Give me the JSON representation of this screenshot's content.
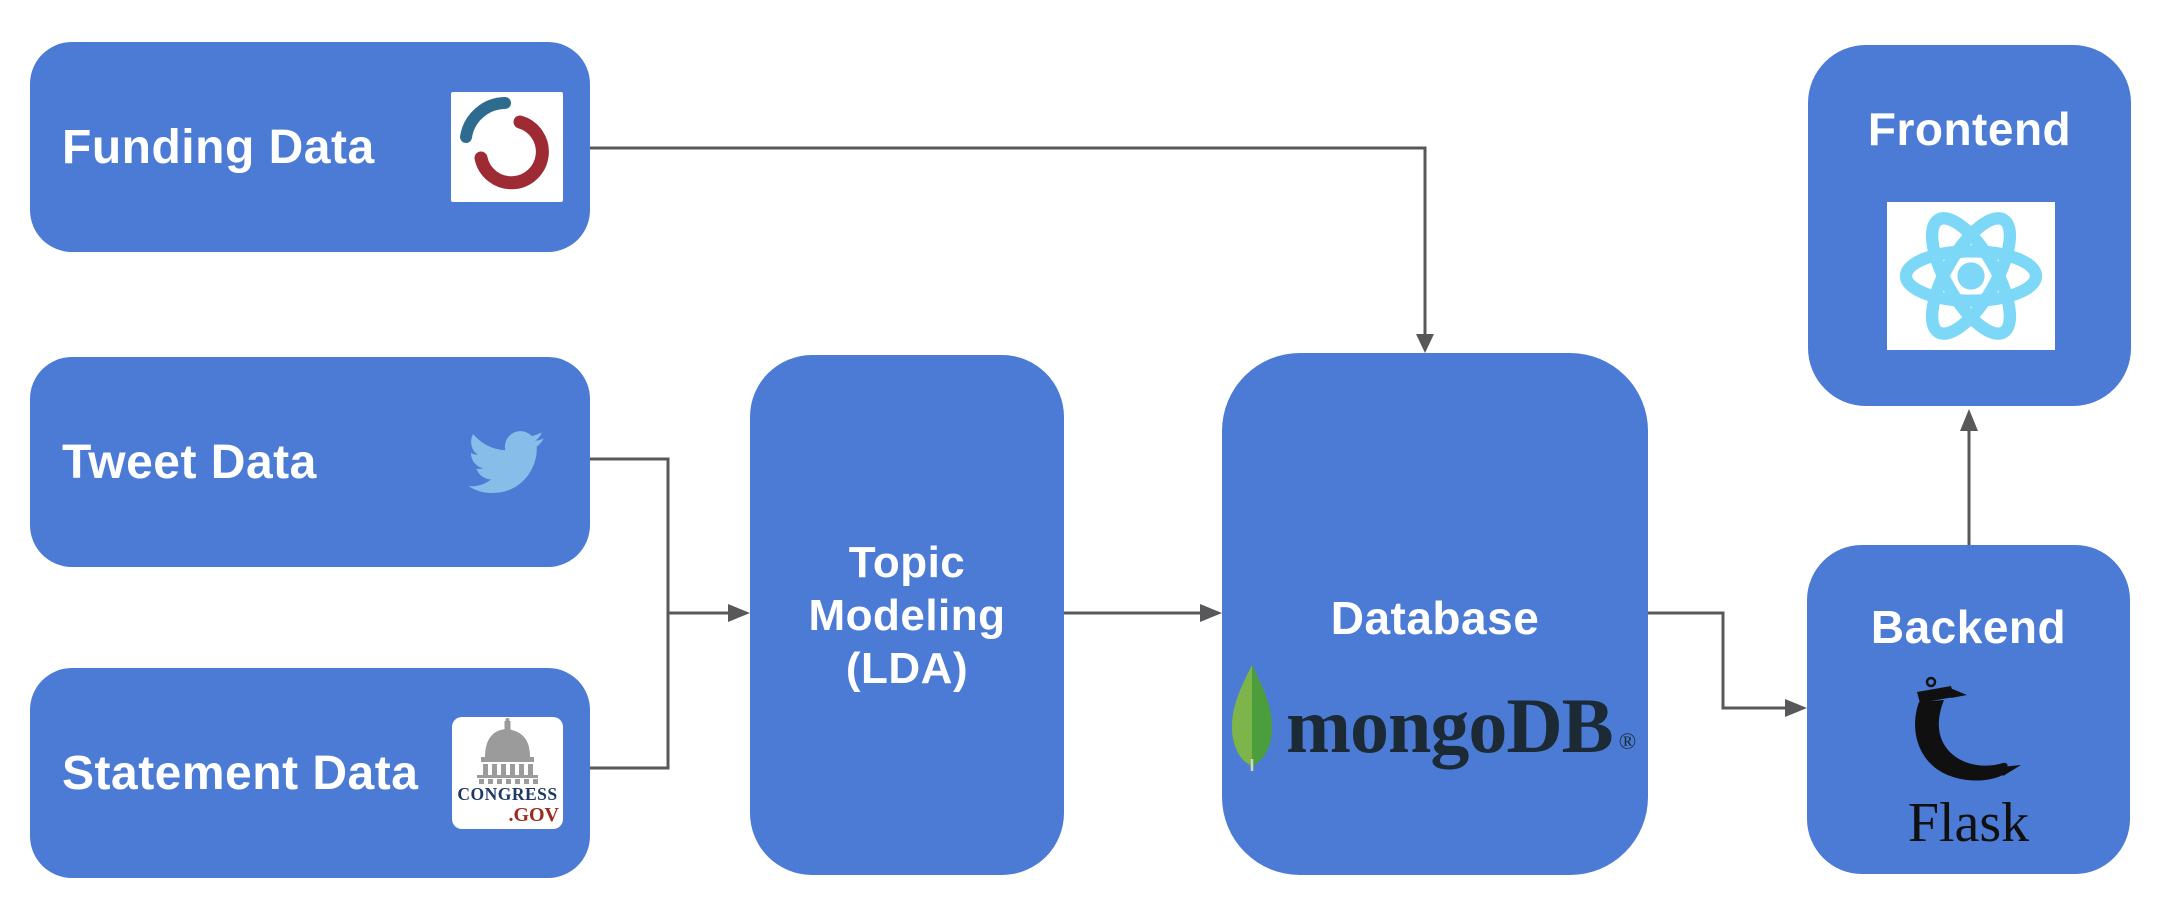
{
  "diagram_type": "architecture-flow",
  "colors": {
    "node_blue": "#4b7bd5",
    "arrow_gray": "#58585a",
    "label_white": "#ffffff",
    "background": "#ffffff",
    "twitter_blue": "#87bde9",
    "react_blue": "#7dd8f7",
    "opensecrets_blue": "#2e6c8f",
    "opensecrets_red": "#9e2b33",
    "mongodb_leaf_light": "#7db54a",
    "mongodb_leaf_dark": "#4c9e3d",
    "mongodb_text": "#1c2a35",
    "congress_navy": "#1f3864",
    "congress_red": "#9c2a1f",
    "congress_gray": "#9b9b9b",
    "flask_black": "#101010"
  },
  "nodes": {
    "funding": {
      "label": "Funding Data",
      "icon": "opensecrets-logo"
    },
    "tweet": {
      "label": "Tweet Data",
      "icon": "twitter-logo"
    },
    "statement": {
      "label": "Statement Data",
      "icon": "congress-gov-logo"
    },
    "topic_modeling": {
      "lines": [
        "Topic",
        "Modeling",
        "(LDA)"
      ]
    },
    "database": {
      "label": "Database",
      "icon": "mongodb-logo"
    },
    "backend": {
      "label": "Backend",
      "icon": "flask-logo"
    },
    "frontend": {
      "label": "Frontend",
      "icon": "react-logo"
    }
  },
  "logo_text": {
    "congress_line1": "CONGRESS",
    "congress_line2": ".GOV",
    "mongodb_wordmark": "mongoDB",
    "mongodb_registered": "®",
    "flask_wordmark": "Flask"
  },
  "edges": [
    {
      "from": "funding",
      "to": "database"
    },
    {
      "from": "tweet",
      "to": "topic_modeling"
    },
    {
      "from": "statement",
      "to": "topic_modeling"
    },
    {
      "from": "topic_modeling",
      "to": "database"
    },
    {
      "from": "database",
      "to": "backend"
    },
    {
      "from": "backend",
      "to": "frontend"
    }
  ]
}
